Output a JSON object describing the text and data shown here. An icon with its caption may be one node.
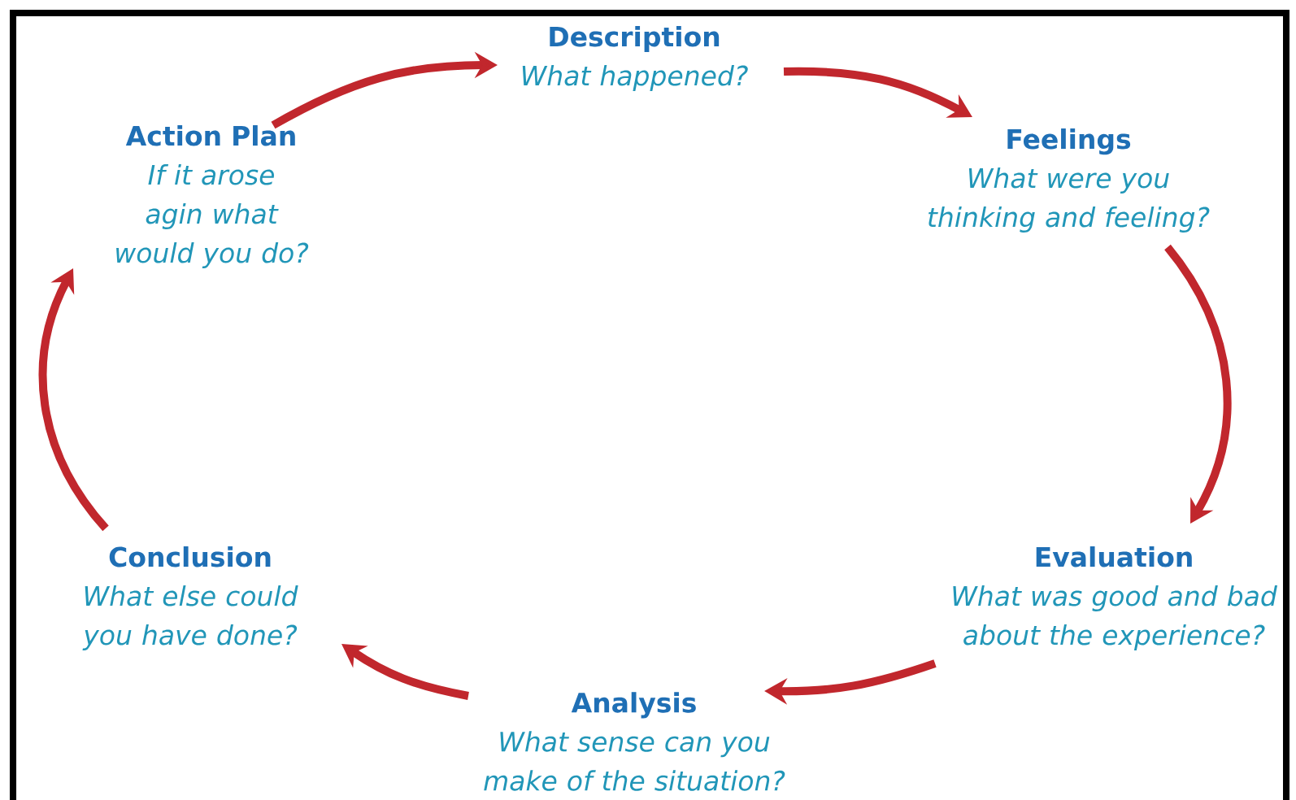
{
  "diagram": {
    "nodes": [
      {
        "text": [
          "Description",
          "What happened?"
        ]
      },
      {
        "text": [
          "Feelings",
          "What were you thinking and feeling?"
        ]
      },
      {
        "text": [
          "Evaluation",
          "What was good and bad about the experience?"
        ]
      },
      {
        "text": [
          "Analysis",
          "What sense can you make of the situation?"
        ]
      },
      {
        "text": [
          "Conclusion",
          "What else could you have done?"
        ]
      },
      {
        "text": [
          "Action Plan",
          "If it arose agin what would you do?"
        ]
      }
    ],
    "edges": [
      {
        "from": 0,
        "to": 1,
        "arrow": "to"
      },
      {
        "from": 1,
        "to": 2,
        "arrow": "to"
      },
      {
        "from": 2,
        "to": 3,
        "arrow": "to"
      },
      {
        "from": 3,
        "to": 4,
        "arrow": "to"
      },
      {
        "from": 4,
        "to": 5,
        "arrow": "to"
      },
      {
        "from": 5,
        "to": 0,
        "arrow": "to"
      }
    ]
  }
}
